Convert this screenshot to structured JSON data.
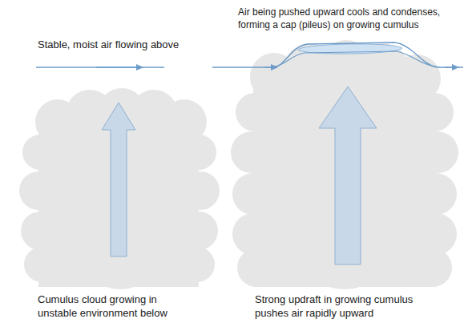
{
  "diagram": {
    "labels": [
      "Stable, moist air flowing above",
      "Air being pushed upward cools and condenses, forming a cap (pileus) on growing cumulus",
      "Cumulus cloud growing in unstable environment below",
      "Strong updraft in growing cumulus pushes air rapidly upward"
    ]
  }
}
